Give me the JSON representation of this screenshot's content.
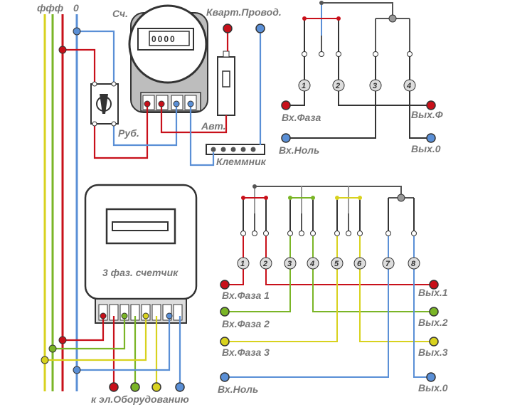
{
  "labels": {
    "busbar_phases": "ффф",
    "busbar_zero": "0",
    "meter_label": "Сч.",
    "meter_display": "0000",
    "apartment_wiring": "Кварт.Провод.",
    "switch_label": "Руб.",
    "breaker_label": "Авт.",
    "terminal_label": "Клеммник",
    "three_phase_meter": "3 фаз. счетчик",
    "to_equipment": "к эл.Оборудованию"
  },
  "single_phase": {
    "terminals": [
      "1",
      "2",
      "3",
      "4"
    ],
    "in_phase": "Вх.Фаза",
    "in_zero": "Вх.Ноль",
    "out_phase": "Вых.Ф",
    "out_zero": "Вых.0"
  },
  "three_phase": {
    "terminals": [
      "1",
      "2",
      "3",
      "4",
      "5",
      "6",
      "7",
      "8"
    ],
    "in_phase_1": "Вх.Фаза 1",
    "in_phase_2": "Вх.Фаза 2",
    "in_phase_3": "Вх.Фаза 3",
    "in_zero": "Вх.Ноль",
    "out_1": "Вых.1",
    "out_2": "Вых.2",
    "out_3": "Вых.3",
    "out_0": "Вых.0"
  },
  "colors": {
    "phase1": "#c8101a",
    "phase2": "#7ab526",
    "phase3": "#d8d21e",
    "zero": "#5a8fd6",
    "neutral_gray": "#888888"
  }
}
